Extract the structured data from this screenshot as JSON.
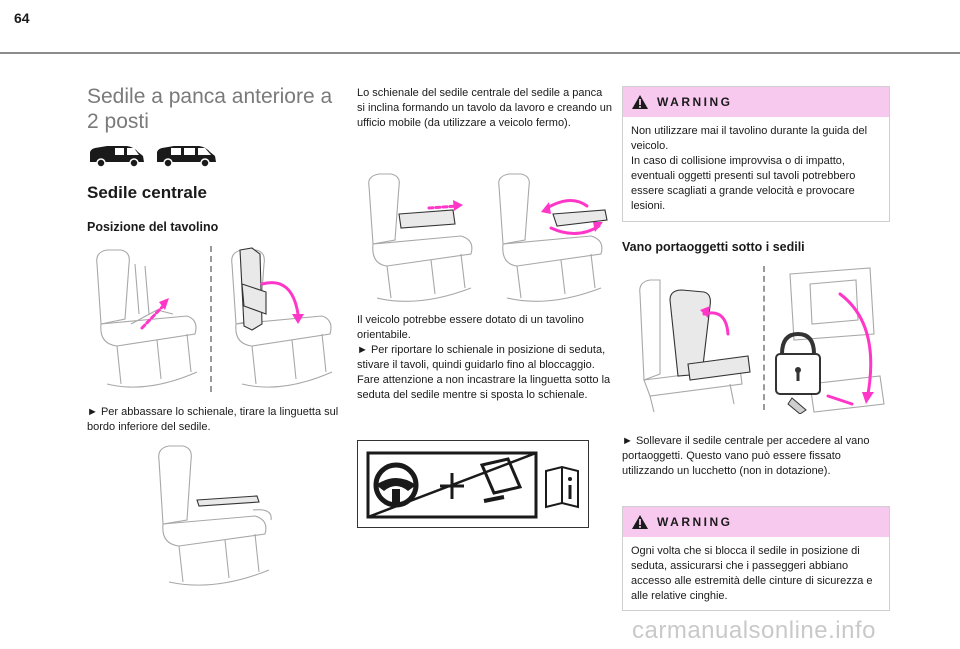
{
  "page": {
    "number": "64",
    "watermark": "carmanualsonline.info"
  },
  "left": {
    "title": "Sedile a panca anteriore a 2 posti",
    "section_title": "Sedile centrale",
    "subsection_title": "Posizione del tavolino",
    "instruction": "► Per abbassare lo schienale, tirare la linguetta sul bordo inferiore del sedile."
  },
  "middle": {
    "intro": "Lo schienale del sedile centrale del sedile a panca si inclina formando un tavolo da lavoro e creando un ufficio mobile (da utilizzare a veicolo fermo).",
    "body_lines": [
      "Il veicolo potrebbe essere dotato di un tavolino orientabile.",
      "► Per riportare lo schienale in posizione di seduta, stivare il tavoli, quindi guidarlo fino al bloccaggio.",
      "Fare attenzione a non incastrare la linguetta sotto la seduta del sedile mentre si sposta lo schienale."
    ]
  },
  "right": {
    "warning1": {
      "label": "WARNING",
      "text": "Non utilizzare mai il tavolino durante la guida del veicolo.\nIn caso di collisione improvvisa o di impatto, eventuali oggetti presenti sul tavoli potrebbero essere scagliati a grande velocità e provocare lesioni."
    },
    "storage_title": "Vano portaoggetti sotto i sedili",
    "storage_text": "► Sollevare il sedile centrale per accedere al vano portaoggetti. Questo vano può essere fissato utilizzando un lucchetto (non in dotazione).",
    "warning2": {
      "label": "WARNING",
      "text": "Ogni volta che si blocca il sedile in posizione di seduta, assicurarsi che i passeggeri abbiano accesso alle estremità delle cinture di sicurezza e alle relative cinghie."
    }
  },
  "colors": {
    "accent_pink": "#ff37c9",
    "warning_header": "#f7c9ef",
    "title_grey": "#7a7a7a"
  }
}
